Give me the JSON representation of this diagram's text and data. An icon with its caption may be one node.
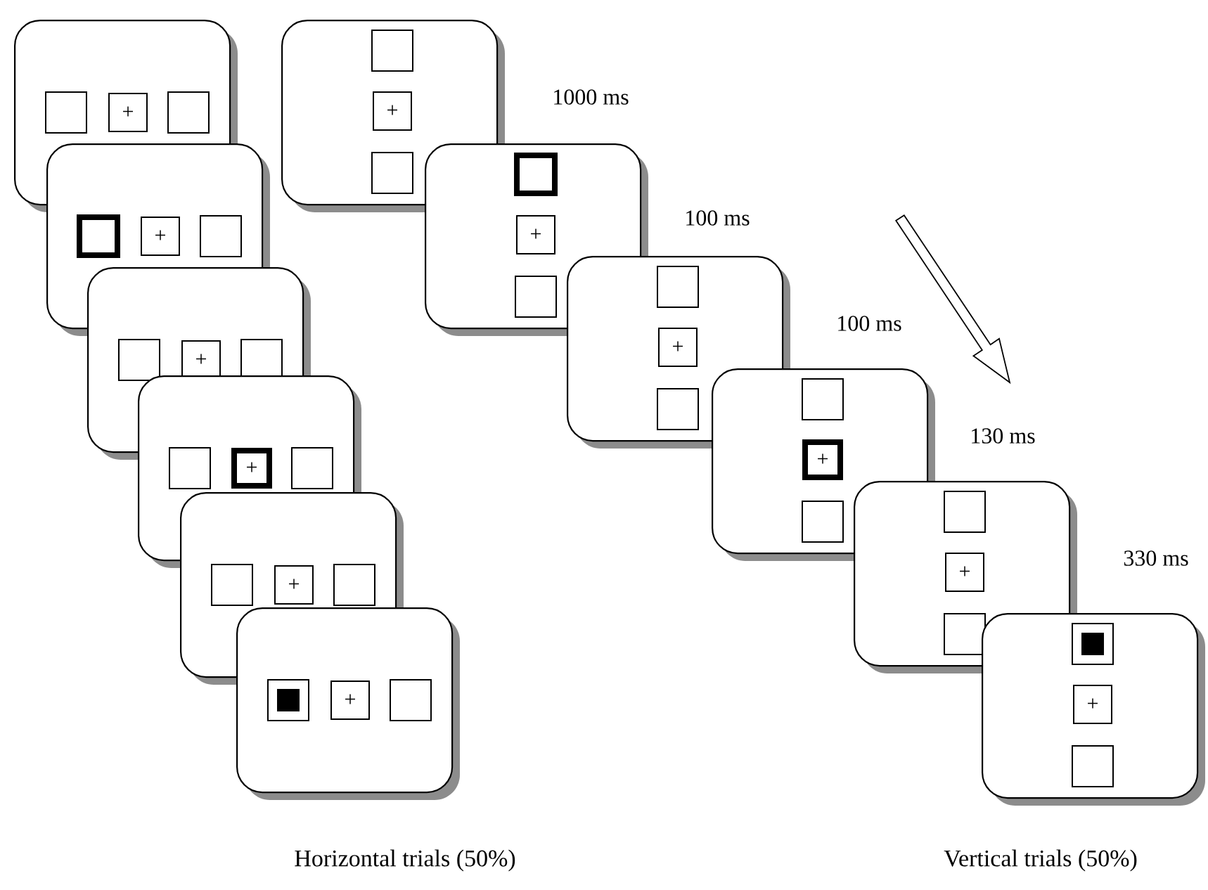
{
  "diagram": {
    "nodes": [
      {
        "text": [],
        "shape": "box"
      },
      {
        "text": [],
        "shape": "box",
        "in": 0
      },
      {
        "text": [
          "+"
        ],
        "in": 0
      },
      {
        "text": [],
        "shape": "box",
        "in": 0
      },
      {
        "text": [],
        "shape": "box"
      },
      {
        "text": [],
        "shape": "box",
        "in": 4
      },
      {
        "text": [
          "+"
        ],
        "in": 4
      },
      {
        "text": [],
        "shape": "box",
        "in": 4
      },
      {
        "text": [],
        "shape": "box"
      },
      {
        "text": [],
        "shape": "box",
        "in": 8
      },
      {
        "text": [
          "+"
        ],
        "in": 8
      },
      {
        "text": [],
        "shape": "box",
        "in": 8
      },
      {
        "text": [],
        "shape": "box"
      },
      {
        "text": [],
        "shape": "box",
        "in": 12
      },
      {
        "text": [
          "+"
        ],
        "in": 12
      },
      {
        "text": [],
        "shape": "box",
        "in": 12
      },
      {
        "text": [],
        "shape": "box"
      },
      {
        "text": [],
        "shape": "box",
        "in": 16
      },
      {
        "text": [
          "+"
        ],
        "in": 16
      },
      {
        "text": [],
        "shape": "box",
        "in": 16
      },
      {
        "text": [],
        "shape": "box"
      },
      {
        "text": [],
        "shape": "box",
        "in": 20
      },
      {
        "text": [
          "+"
        ],
        "in": 20
      },
      {
        "text": [],
        "shape": "box",
        "in": 20
      },
      {
        "text": [],
        "shape": "box",
        "beside": [
          "1000 ms"
        ]
      },
      {
        "text": [],
        "shape": "box",
        "in": 24
      },
      {
        "text": [
          "+"
        ],
        "in": 24
      },
      {
        "text": [],
        "shape": "box",
        "in": 24
      },
      {
        "text": [],
        "shape": "box",
        "beside": [
          "100 ms"
        ]
      },
      {
        "text": [],
        "shape": "box",
        "in": 28
      },
      {
        "text": [
          "+"
        ],
        "in": 28
      },
      {
        "text": [],
        "shape": "box",
        "in": 28
      },
      {
        "text": [],
        "shape": "box",
        "beside": [
          "100 ms"
        ]
      },
      {
        "text": [],
        "shape": "box",
        "in": 32
      },
      {
        "text": [
          "+"
        ],
        "in": 32
      },
      {
        "text": [],
        "shape": "box",
        "in": 32
      },
      {
        "text": [],
        "shape": "box",
        "beside": [
          "130 ms"
        ]
      },
      {
        "text": [],
        "shape": "box",
        "in": 36
      },
      {
        "text": [
          "+"
        ],
        "in": 36
      },
      {
        "text": [],
        "shape": "box",
        "in": 36
      },
      {
        "text": [],
        "shape": "box",
        "beside": [
          "330 ms"
        ]
      },
      {
        "text": [],
        "shape": "box",
        "in": 40
      },
      {
        "text": [
          "+"
        ],
        "in": 40
      },
      {
        "text": [],
        "shape": "box",
        "in": 40
      },
      {
        "text": [],
        "shape": "box"
      },
      {
        "text": [],
        "shape": "box",
        "in": 44
      },
      {
        "text": [
          "+"
        ],
        "in": 44
      },
      {
        "text": [],
        "shape": "box",
        "in": 44
      }
    ],
    "labels": [
      "Horizontal trials (50%)",
      "Vertical trials (50%)"
    ]
  }
}
